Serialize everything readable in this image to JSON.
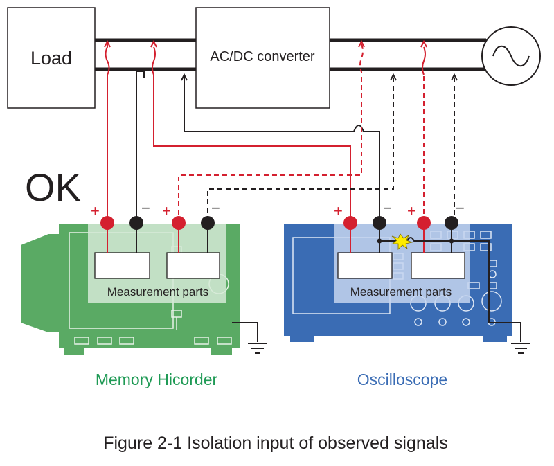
{
  "diagram": {
    "load_label": "Load",
    "converter_label": "AC/DC converter",
    "ok_label": "OK",
    "plus_sign": "+",
    "minus_sign": "−",
    "measurement_parts_label": "Measurement parts",
    "memory_hicorder_label": "Memory Hicorder",
    "oscilloscope_label": "Oscilloscope",
    "caption": "Figure 2-1 Isolation input of observed signals"
  },
  "colors": {
    "red_wire": "#d4202f",
    "black_wire": "#231f20",
    "hicorder_green": "#5aaa64",
    "hicorder_text": "#1f9a55",
    "scope_blue": "#3a6cb4",
    "scope_text": "#3a6cb4",
    "spark_yellow": "#ffec00"
  }
}
